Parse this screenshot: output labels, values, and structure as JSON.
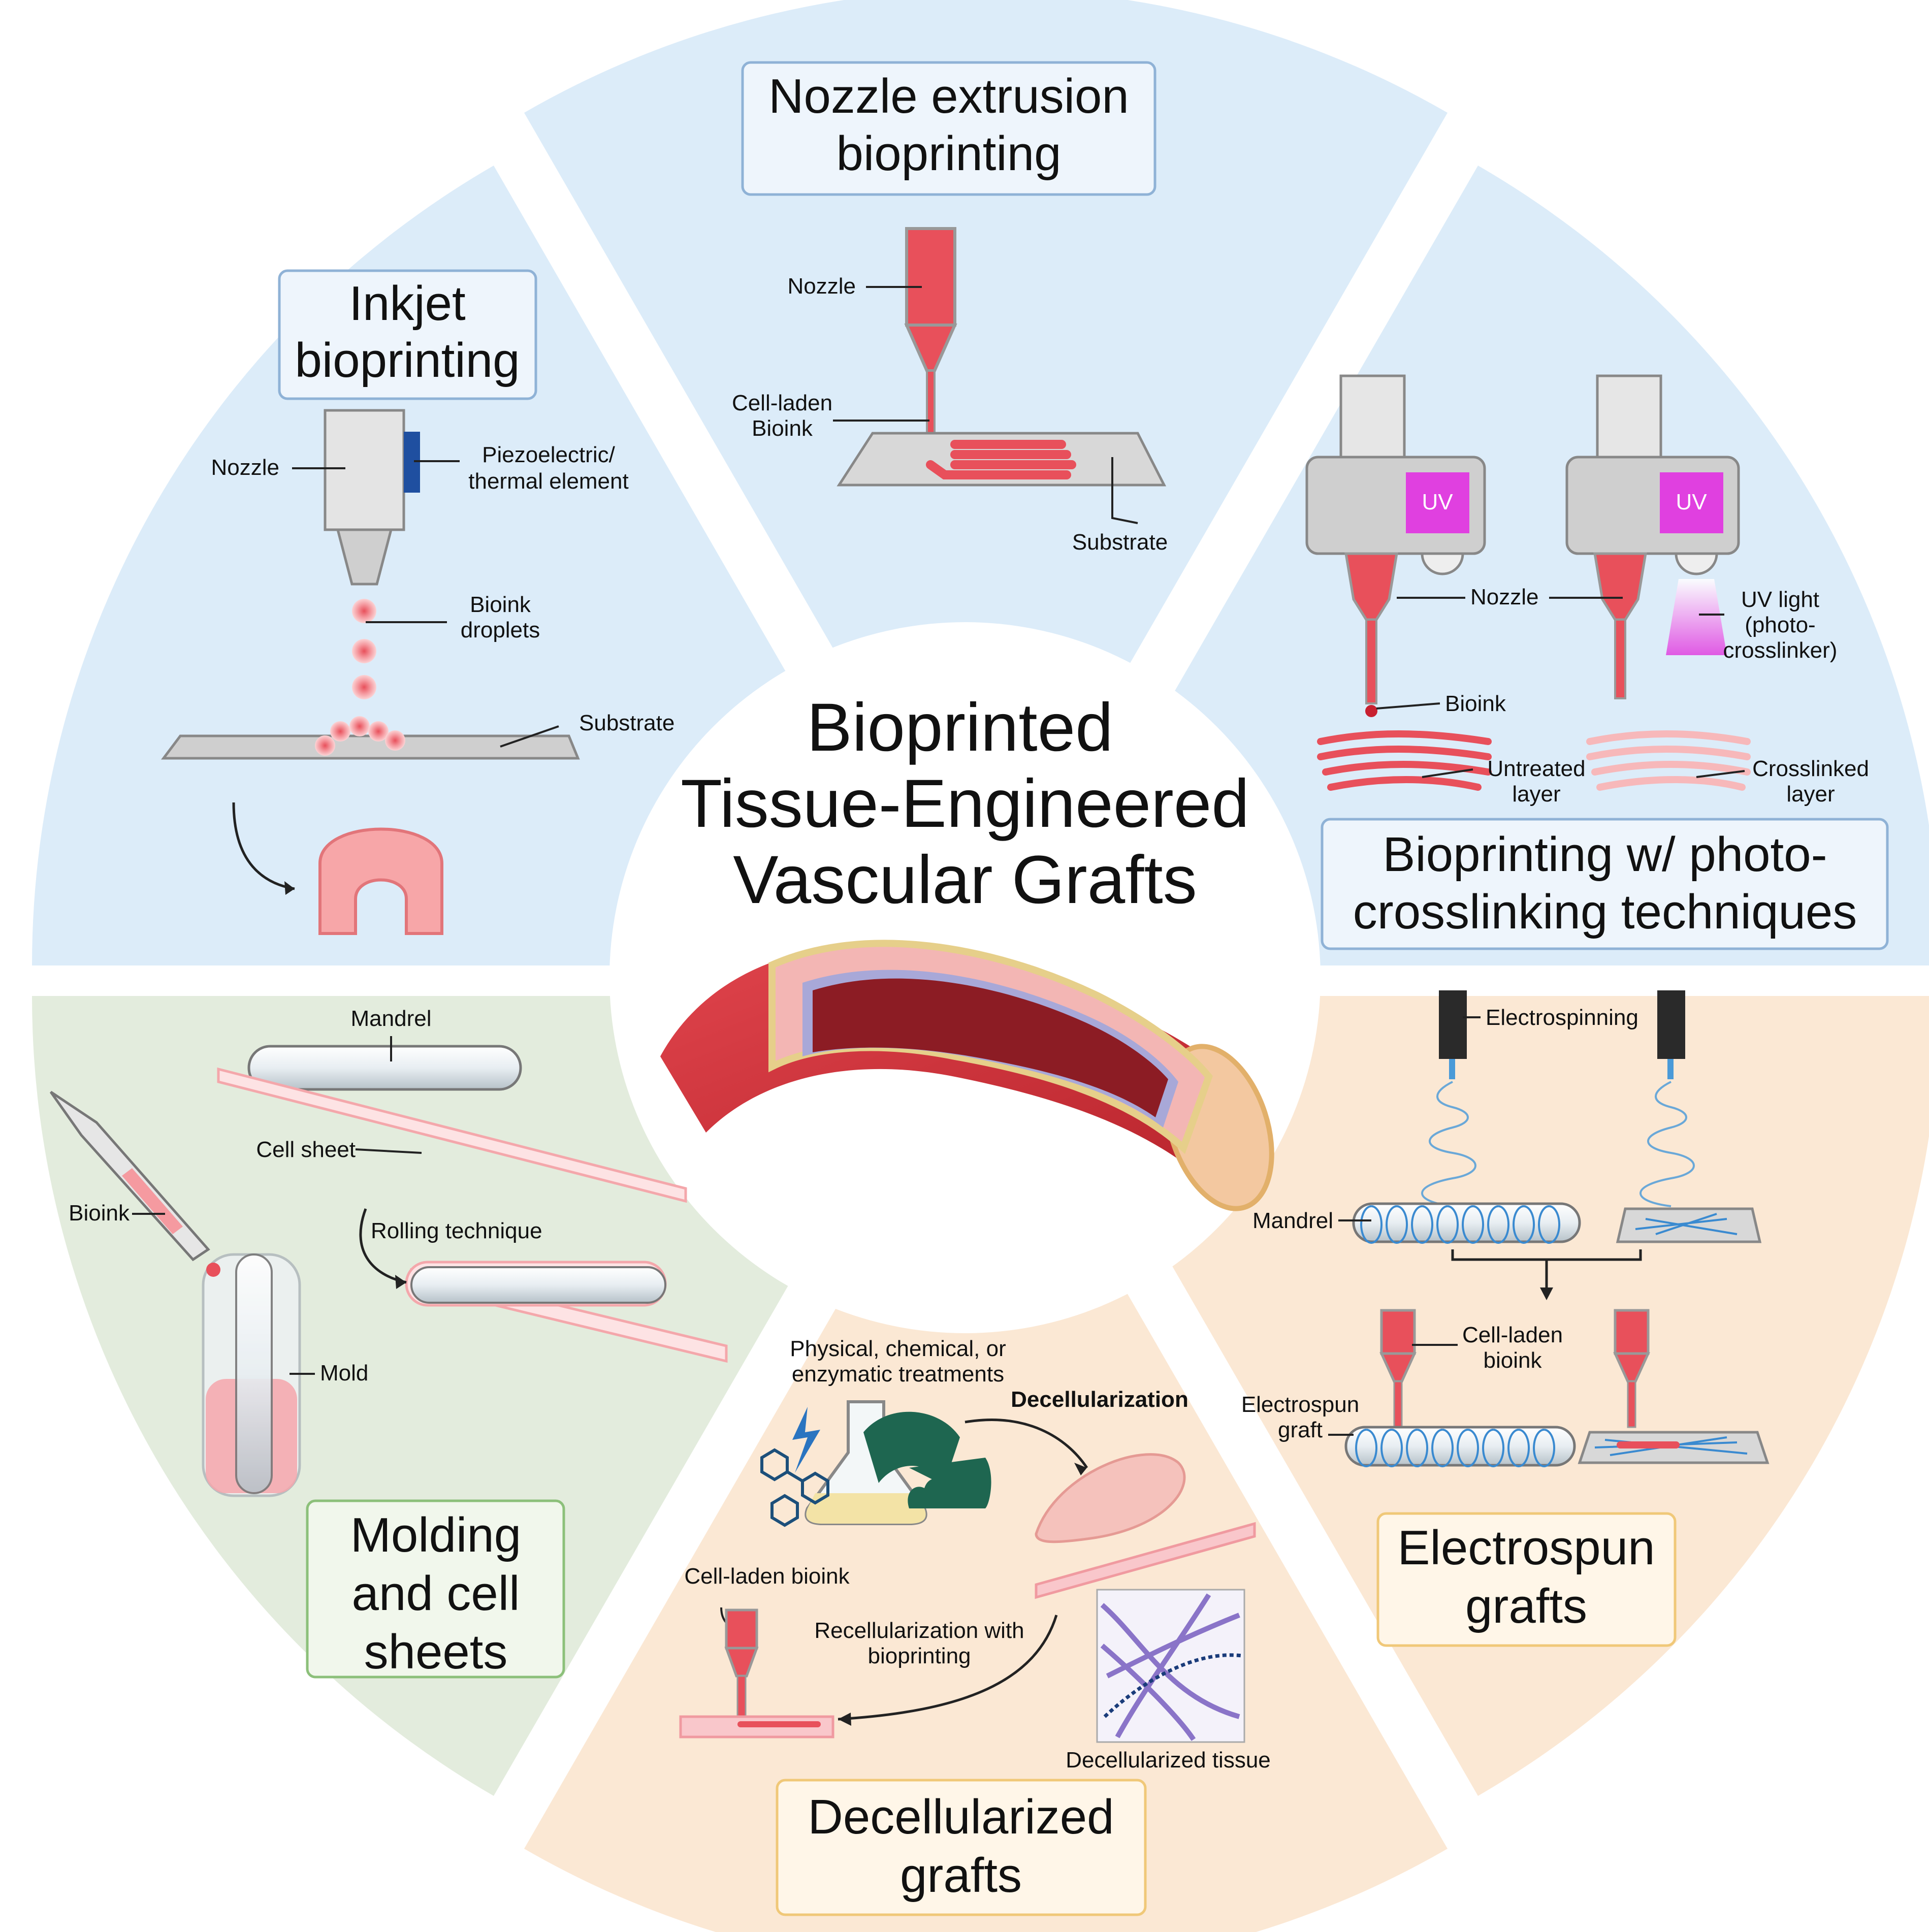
{
  "center": {
    "title_lines": [
      "Bioprinted",
      "Tissue-Engineered",
      "Vascular Grafts"
    ]
  },
  "sections": {
    "inkjet": {
      "title_lines": [
        "Inkjet",
        "bioprinting"
      ],
      "nozzle": "Nozzle",
      "element_lines": [
        "Piezoelectric/",
        "thermal element"
      ],
      "droplets_lines": [
        "Bioink",
        "droplets"
      ],
      "substrate": "Substrate"
    },
    "extrusion": {
      "title_lines": [
        "Nozzle extrusion",
        "bioprinting"
      ],
      "nozzle": "Nozzle",
      "bioink_lines": [
        "Cell-laden",
        "Bioink"
      ],
      "substrate": "Substrate"
    },
    "photo": {
      "title_lines": [
        "Bioprinting w/ photo-",
        "crosslinking techniques"
      ],
      "uv_left": "UV",
      "uv_right": "UV",
      "nozzle": "Nozzle",
      "uv_light_lines": [
        "UV light",
        "(photo-",
        "crosslinker)"
      ],
      "bioink": "Bioink",
      "untreated_lines": [
        "Untreated",
        "layer"
      ],
      "crosslinked_lines": [
        "Crosslinked",
        "layer"
      ]
    },
    "molding": {
      "title_lines": [
        "Molding",
        "and cell",
        "sheets"
      ],
      "mandrel": "Mandrel",
      "cell_sheet": "Cell sheet",
      "bioink": "Bioink",
      "rolling": "Rolling technique",
      "mold": "Mold"
    },
    "decell": {
      "title_lines": [
        "Decellularized",
        "grafts"
      ],
      "treatments_lines": [
        "Physical, chemical, or",
        "enzymatic treatments"
      ],
      "decellularization": "Decellularization",
      "cell_laden": "Cell-laden bioink",
      "recell_lines": [
        "Recellularization with",
        "bioprinting"
      ],
      "tissue": "Decellularized tissue"
    },
    "electro": {
      "title_lines": [
        "Electrospun",
        "grafts"
      ],
      "electrospinning": "Electrospinning",
      "mandrel": "Mandrel",
      "cell_laden_lines": [
        "Cell-laden",
        "bioink"
      ],
      "graft_lines": [
        "Electrospun",
        "graft"
      ]
    }
  },
  "colors": {
    "blue_sector": "#dcecf9",
    "green_sector": "#e3ecdd",
    "peach_sector": "#fbe8d4",
    "bioink_red": "#e8505b",
    "uv_magenta": "#e040e0",
    "vessel_dark": "#8c1c24"
  }
}
